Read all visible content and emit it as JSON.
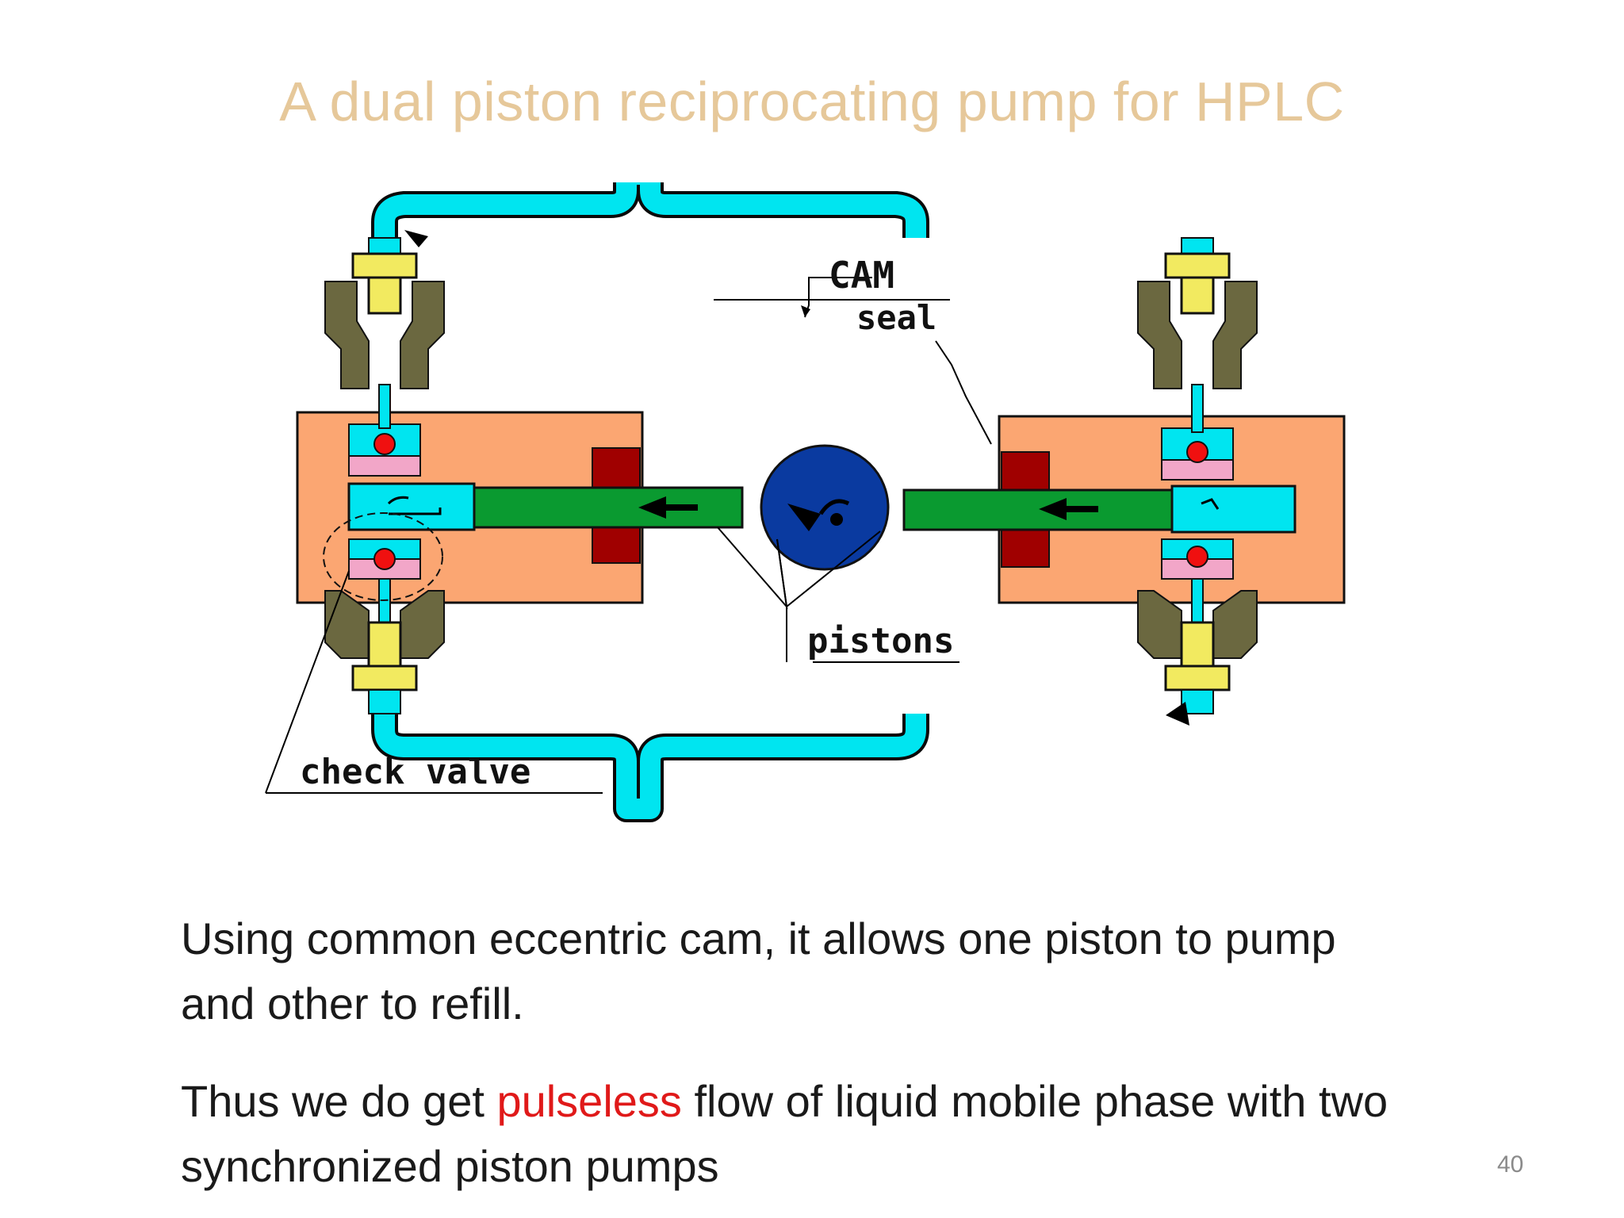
{
  "slide": {
    "title": "A dual piston reciprocating pump for HPLC",
    "page_number": "40"
  },
  "diagram": {
    "labels": {
      "cam": "CAM",
      "seal": "seal",
      "pistons": "pistons",
      "check_valve": "check valve"
    },
    "colors": {
      "tubing": "#00e5f0",
      "piston": "#0a9a30",
      "cylinder_block": "#fba672",
      "seal": "#a00000",
      "cam": "#0a3aa0",
      "valve_body": "#6b6840",
      "fitting": "#f2ea60",
      "ball": "#f01010"
    }
  },
  "text": {
    "para1": "Using  common eccentric cam, it allows one piston to pump and other to refill.",
    "para2_before": "Thus we do get ",
    "para2_highlight": "pulseless",
    "para2_after": " flow of liquid  mobile phase with two synchronized piston pumps"
  }
}
